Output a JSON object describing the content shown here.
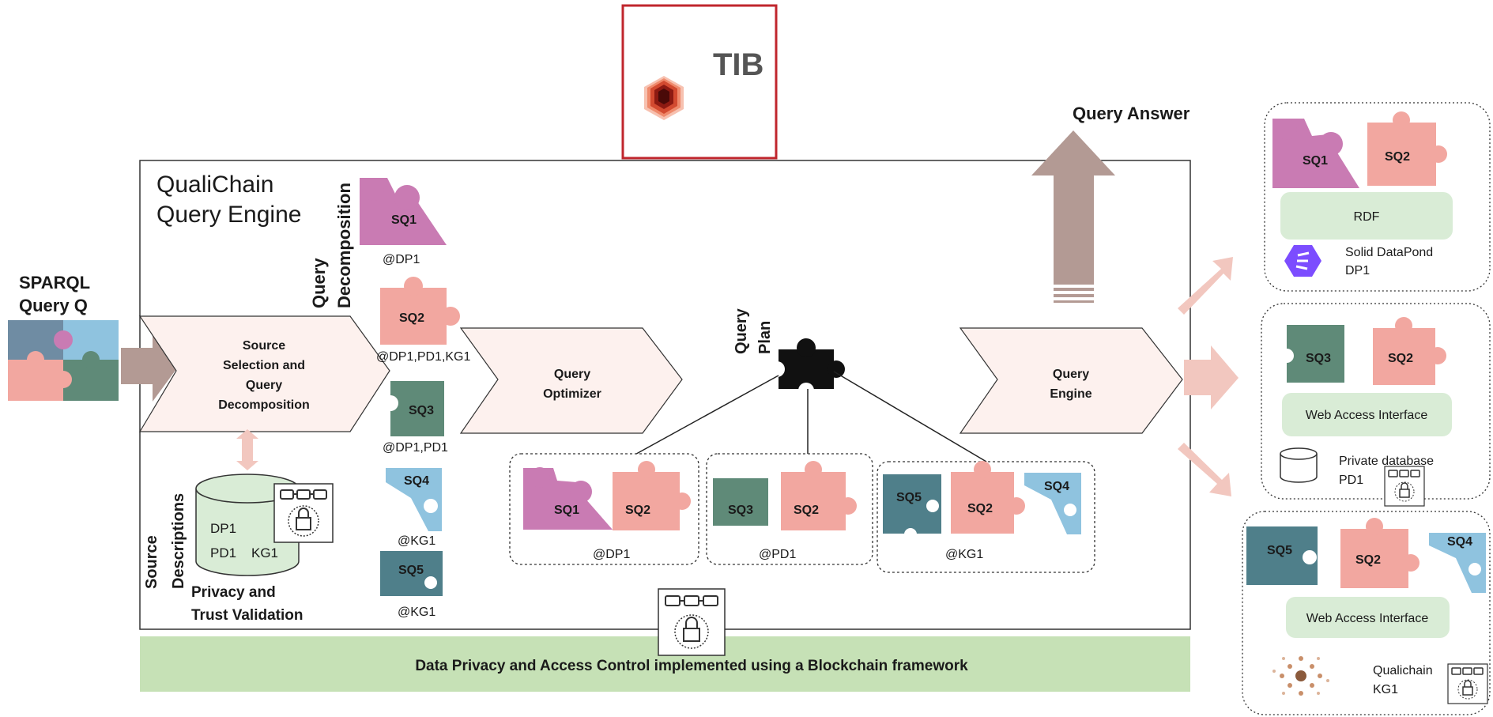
{
  "logo": {
    "text": "TIB",
    "border_color": "#c0262d"
  },
  "engine": {
    "title_line1": "QualiChain",
    "title_line2": "Query Engine"
  },
  "input": {
    "line1": "SPARQL",
    "line2": "Query Q"
  },
  "query_answer": "Query Answer",
  "decomposition_label": {
    "line1": "Query",
    "line2": "Decomposition"
  },
  "stages": {
    "source_selection": {
      "line1": "Source",
      "line2": "Selection and",
      "line3": "Query",
      "line4": "Decomposition"
    },
    "optimizer": {
      "line1": "Query",
      "line2": "Optimizer"
    },
    "engine": {
      "line1": "Query",
      "line2": "Engine"
    }
  },
  "query_plan": {
    "line1": "Query",
    "line2": "Plan"
  },
  "subqueries": [
    {
      "label": "SQ1",
      "source": "@DP1",
      "color": "#c97bb3"
    },
    {
      "label": "SQ2",
      "source": "@DP1,PD1,KG1",
      "color": "#f2a7a0"
    },
    {
      "label": "SQ3",
      "source": "@DP1,PD1",
      "color": "#5f8a78"
    },
    {
      "label": "SQ4",
      "source": "@KG1",
      "color": "#8fc3df"
    },
    {
      "label": "SQ5",
      "source": "@KG1",
      "color": "#4f7f8a"
    }
  ],
  "plan_groups": [
    {
      "items": [
        "SQ1",
        "SQ2"
      ],
      "label": "@DP1"
    },
    {
      "items": [
        "SQ3",
        "SQ2"
      ],
      "label": "@PD1"
    },
    {
      "items": [
        "SQ5",
        "SQ2",
        "SQ4"
      ],
      "label": "@KG1"
    }
  ],
  "source_descriptions": {
    "label_line1": "Source",
    "label_line2": "Descriptions",
    "db_line1": "DP1",
    "db_line2a": "PD1",
    "db_line2b": "KG1",
    "caption_line1": "Privacy and",
    "caption_line2": "Trust Validation"
  },
  "blockchain_bar": "Data Privacy and Access Control implemented using a Blockchain framework",
  "sources": [
    {
      "pieces": [
        "SQ1",
        "SQ2"
      ],
      "interface": "RDF",
      "name_line1": "Solid DataPond",
      "name_line2": "DP1"
    },
    {
      "pieces": [
        "SQ3",
        "SQ2"
      ],
      "interface": "Web Access Interface",
      "name_line1": "Private database",
      "name_line2": "PD1"
    },
    {
      "pieces": [
        "SQ5",
        "SQ2",
        "SQ4"
      ],
      "interface": "Web Access Interface",
      "name_line1": "Qualichain",
      "name_line2": "KG1"
    }
  ],
  "colors": {
    "chevron_fill": "#fdf1ee",
    "green_box": "#d9ecd6",
    "bar_green": "#c6e1b6",
    "arrow_pink": "#f2c7bf",
    "arrow_brown": "#b39a94"
  }
}
